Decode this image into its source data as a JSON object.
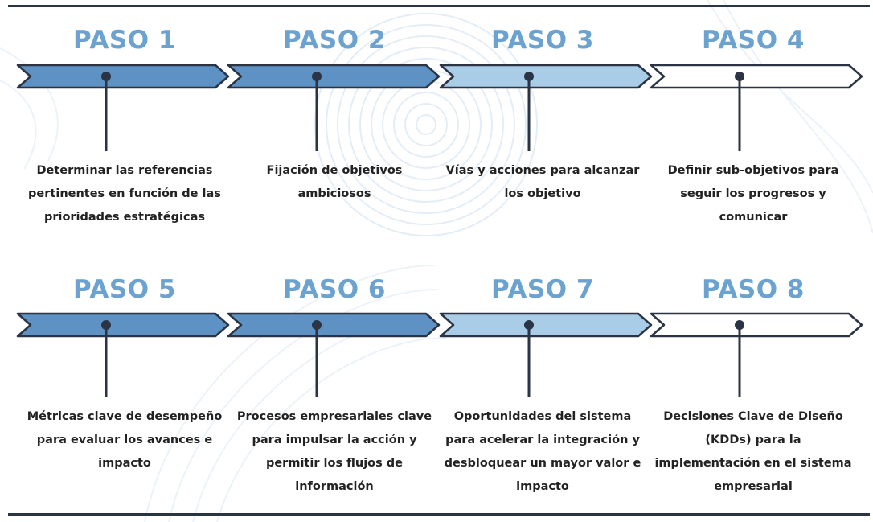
{
  "colors": {
    "arrow_dark": "#5e92c4",
    "arrow_light": "#a9cde6",
    "arrow_white": "#ffffff",
    "outline": "#2a3445",
    "title": "#6ba2cf",
    "text": "#222222"
  },
  "steps": [
    {
      "title": "PASO 1",
      "fill": "dark",
      "text": "Determinar las referencias pertinentes en función de las prioridades estratégicas"
    },
    {
      "title": "PASO 2",
      "fill": "dark",
      "text": "Fijación de objetivos ambiciosos"
    },
    {
      "title": "PASO 3",
      "fill": "light",
      "text": "Vías y acciones para alcanzar los objetivo"
    },
    {
      "title": "PASO 4",
      "fill": "white",
      "text": "Definir sub-objetivos para seguir los progresos y comunicar"
    },
    {
      "title": "PASO 5",
      "fill": "dark",
      "text": "Métricas clave de desempeño  para evaluar los avances e impacto"
    },
    {
      "title": "PASO 6",
      "fill": "dark",
      "text": "Procesos empresariales clave para impulsar la acción y permitir los flujos de información"
    },
    {
      "title": "PASO 7",
      "fill": "light",
      "text": "Oportunidades del sistema para acelerar la integración y desbloquear un mayor valor e impacto"
    },
    {
      "title": "PASO 8",
      "fill": "white",
      "text": "Decisiones Clave de Diseño (KDDs) para la implementación en el sistema empresarial"
    }
  ]
}
